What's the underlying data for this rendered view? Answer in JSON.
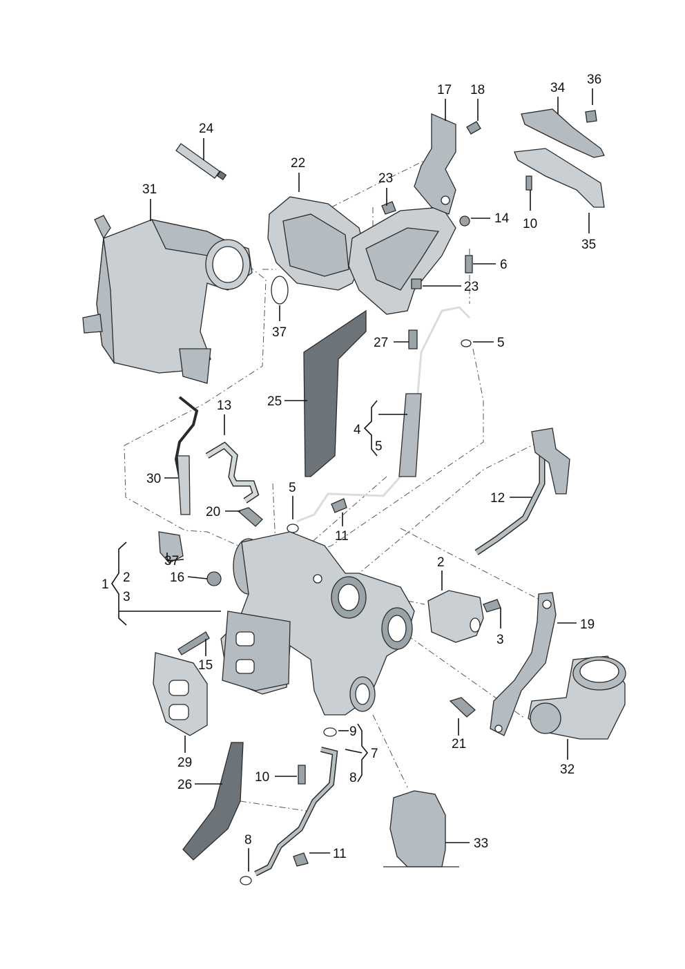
{
  "callouts": {
    "c1": "1",
    "c2a": "2",
    "c3a": "3",
    "c37a": "37",
    "c16": "16",
    "c15": "15",
    "c29": "29",
    "c26": "26",
    "c10a": "10",
    "c8a": "8",
    "c11a": "11",
    "c9": "9",
    "c7": "7",
    "c8b": "8",
    "c33": "33",
    "c21": "21",
    "c32": "32",
    "c19": "19",
    "c2b": "2",
    "c3b": "3",
    "c12": "12",
    "c20": "20",
    "c11b": "11",
    "c5a": "5",
    "c30": "30",
    "c13": "13",
    "c25": "25",
    "c4": "4",
    "c5b": "5",
    "c27": "27",
    "c5c": "5",
    "c6": "6",
    "c23a": "23",
    "c23b": "23",
    "c14": "14",
    "c22": "22",
    "c37b": "37",
    "c31": "31",
    "c24": "24",
    "c17": "17",
    "c18": "18",
    "c34": "34",
    "c36": "36",
    "c10b": "10",
    "c35": "35"
  },
  "colors": {
    "ink": "#111111",
    "metal_light": "#c9cfd3",
    "metal_mid": "#b4bcc1",
    "metal_dark": "#9aa3a8",
    "gasket": "#6d7479"
  }
}
